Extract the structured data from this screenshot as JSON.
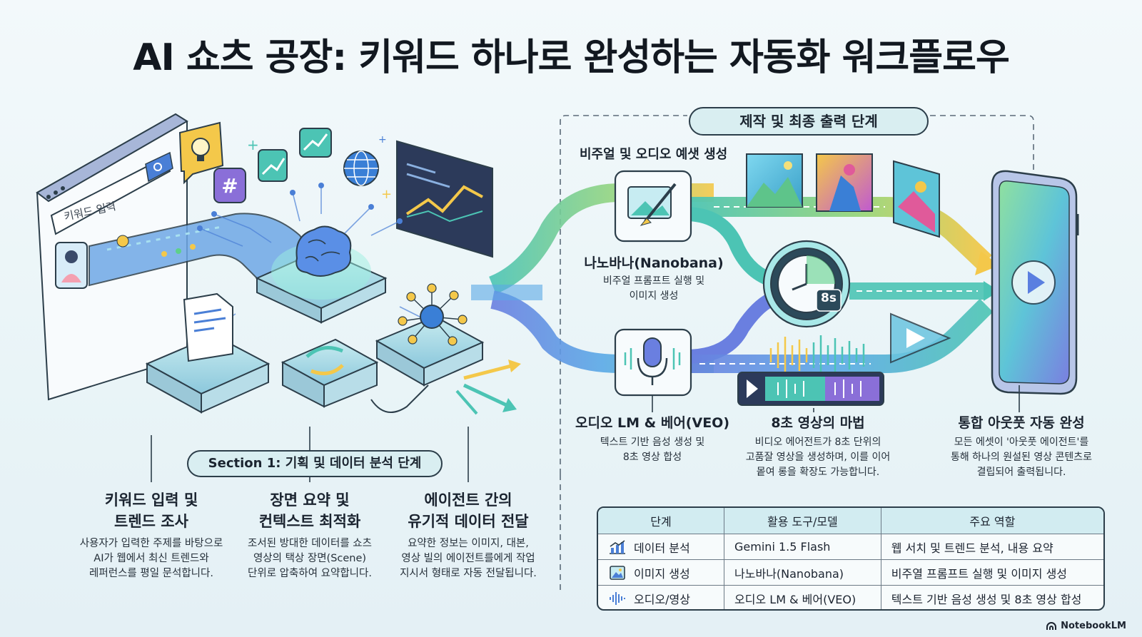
{
  "title": "AI 쇼츠 공장: 키워드 하나로 완성하는 자동화 워크플로우",
  "section1": {
    "pill": "Section 1: 기획 및 데이터 분석 단계",
    "input_placeholder": "키워드 입력",
    "steps": [
      {
        "title_line1": "키워드 입력 및",
        "title_line2": "트렌드 조사",
        "desc_line1": "사용자가 입력한 주제를 바탕으로",
        "desc_line2": "AI가 웹에서 최신 트렌드와",
        "desc_line3": "레퍼런스를 평일 문석합니다."
      },
      {
        "title_line1": "장면 요약 및",
        "title_line2": "컨텍스트 최적화",
        "desc_line1": "조서된 방대한 데이터를 쇼츠",
        "desc_line2": "영상의 택상 장면(Scene)",
        "desc_line3": "단위로 압축하여 요약합니다."
      },
      {
        "title_line1": "에이전트 간의",
        "title_line2": "유기적 데이터 전달",
        "desc_line1": "요약한 정보는 이미지, 대본,",
        "desc_line2": "영상 빌의 에이전트를에게 작업",
        "desc_line3": "지시서 형태로 자동 전달됩니다."
      }
    ]
  },
  "section2": {
    "pill": "제작 및 최종 출력 단계",
    "sublabel": "비주얼 및 오디오 예샛 생성",
    "clock_badge": "8s",
    "nodes": [
      {
        "title": "나노바나(Nanobana)",
        "desc_line1": "비주얼 프롬프트 실행 및",
        "desc_line2": "이미지 생성"
      },
      {
        "title": "오디오 LM & 베어(VEO)",
        "desc_line1": "텍스트 기반 음성 생성 및",
        "desc_line2": "8초 영상 합성"
      },
      {
        "title": "8초 영상의 마법",
        "desc_line1": "비디오 에어전트가 8초 단위의",
        "desc_line2": "고품잘 영상을 생성하며, 이를 이어",
        "desc_line3": "뫁여 롱을 확장도 가능합니다."
      },
      {
        "title": "통합 아웃풋 자동 완성",
        "desc_line1": "모든 에셋이 '아웃풋 에이전트'를",
        "desc_line2": "통해 하나의 원설된 영상 콘텐츠로",
        "desc_line3": "결립되어 출력됩니다."
      }
    ]
  },
  "table": {
    "headers": [
      "단계",
      "활용 도구/모델",
      "주요 역할"
    ],
    "rows": [
      {
        "icon": "chart-icon",
        "stage": "데이터 분석",
        "tool": "Gemini 1.5 Flash",
        "role": "웹 서치 및 트렌드 분석, 내용 요약"
      },
      {
        "icon": "image-icon",
        "stage": "이미지 생성",
        "tool": "나노바나(Nanobana)",
        "role": "비주열 프롬프트 실행 및 이미지 생성"
      },
      {
        "icon": "waveform-icon",
        "stage": "오디오/영상",
        "tool": "오디오 LM & 베어(VEO)",
        "role": "텍스트 기반 음성 생성 및 8초 영상 합성"
      }
    ]
  },
  "brand": "NotebookLM",
  "colors": {
    "teal": "#4cc4b4",
    "blue": "#4a7fd6",
    "purple": "#8a6fd8",
    "yellow": "#f4c84a",
    "green": "#5ed08a",
    "outline": "#2c3e4a"
  }
}
